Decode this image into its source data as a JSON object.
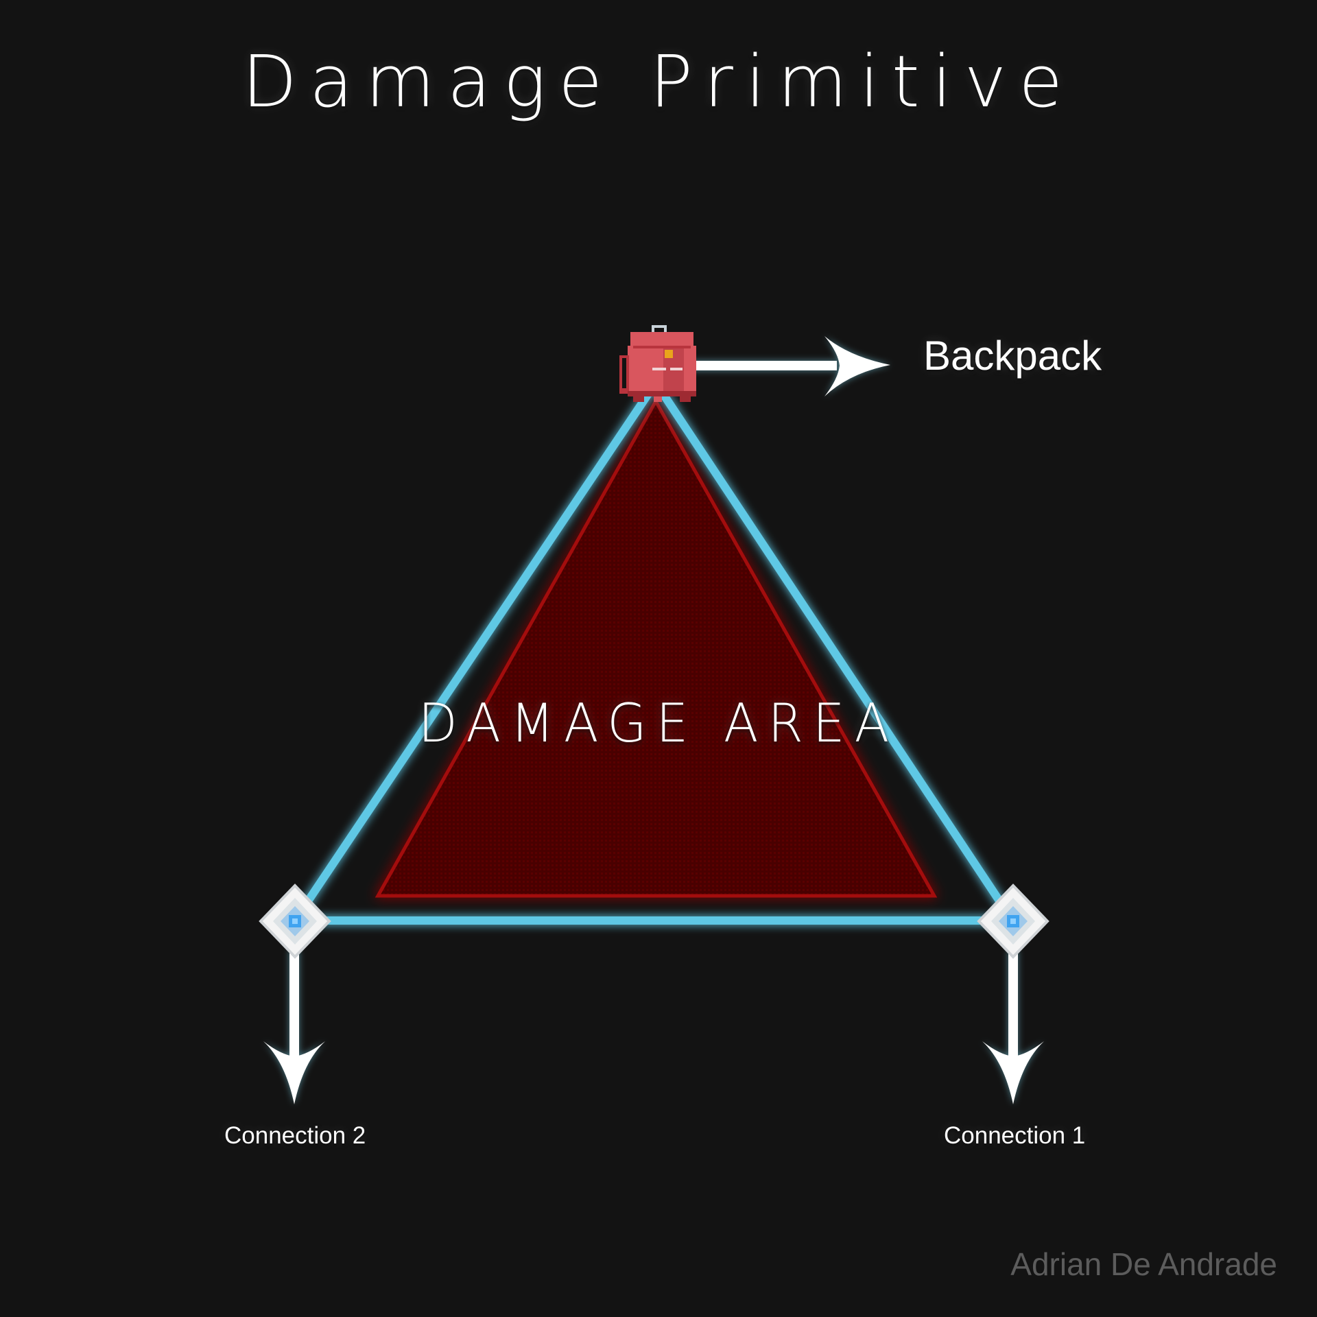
{
  "title": "Damage Primitive",
  "area_label": "DAMAGE AREA",
  "backpack": {
    "label": "Backpack",
    "icon": "backpack-icon"
  },
  "connection_1": {
    "label": "Connection 1",
    "icon": "connection-node-icon"
  },
  "connection_2": {
    "label": "Connection 2",
    "icon": "connection-node-icon"
  },
  "credit": "Adrian De Andrade",
  "colors": {
    "background": "#131313",
    "outline": "#5ec8e5",
    "damage_fill": "#4a0000",
    "damage_edge": "#a30a0a",
    "backpack": "#d9565e",
    "arrow": "#ffffff",
    "node_center": "#3fa3f0"
  }
}
